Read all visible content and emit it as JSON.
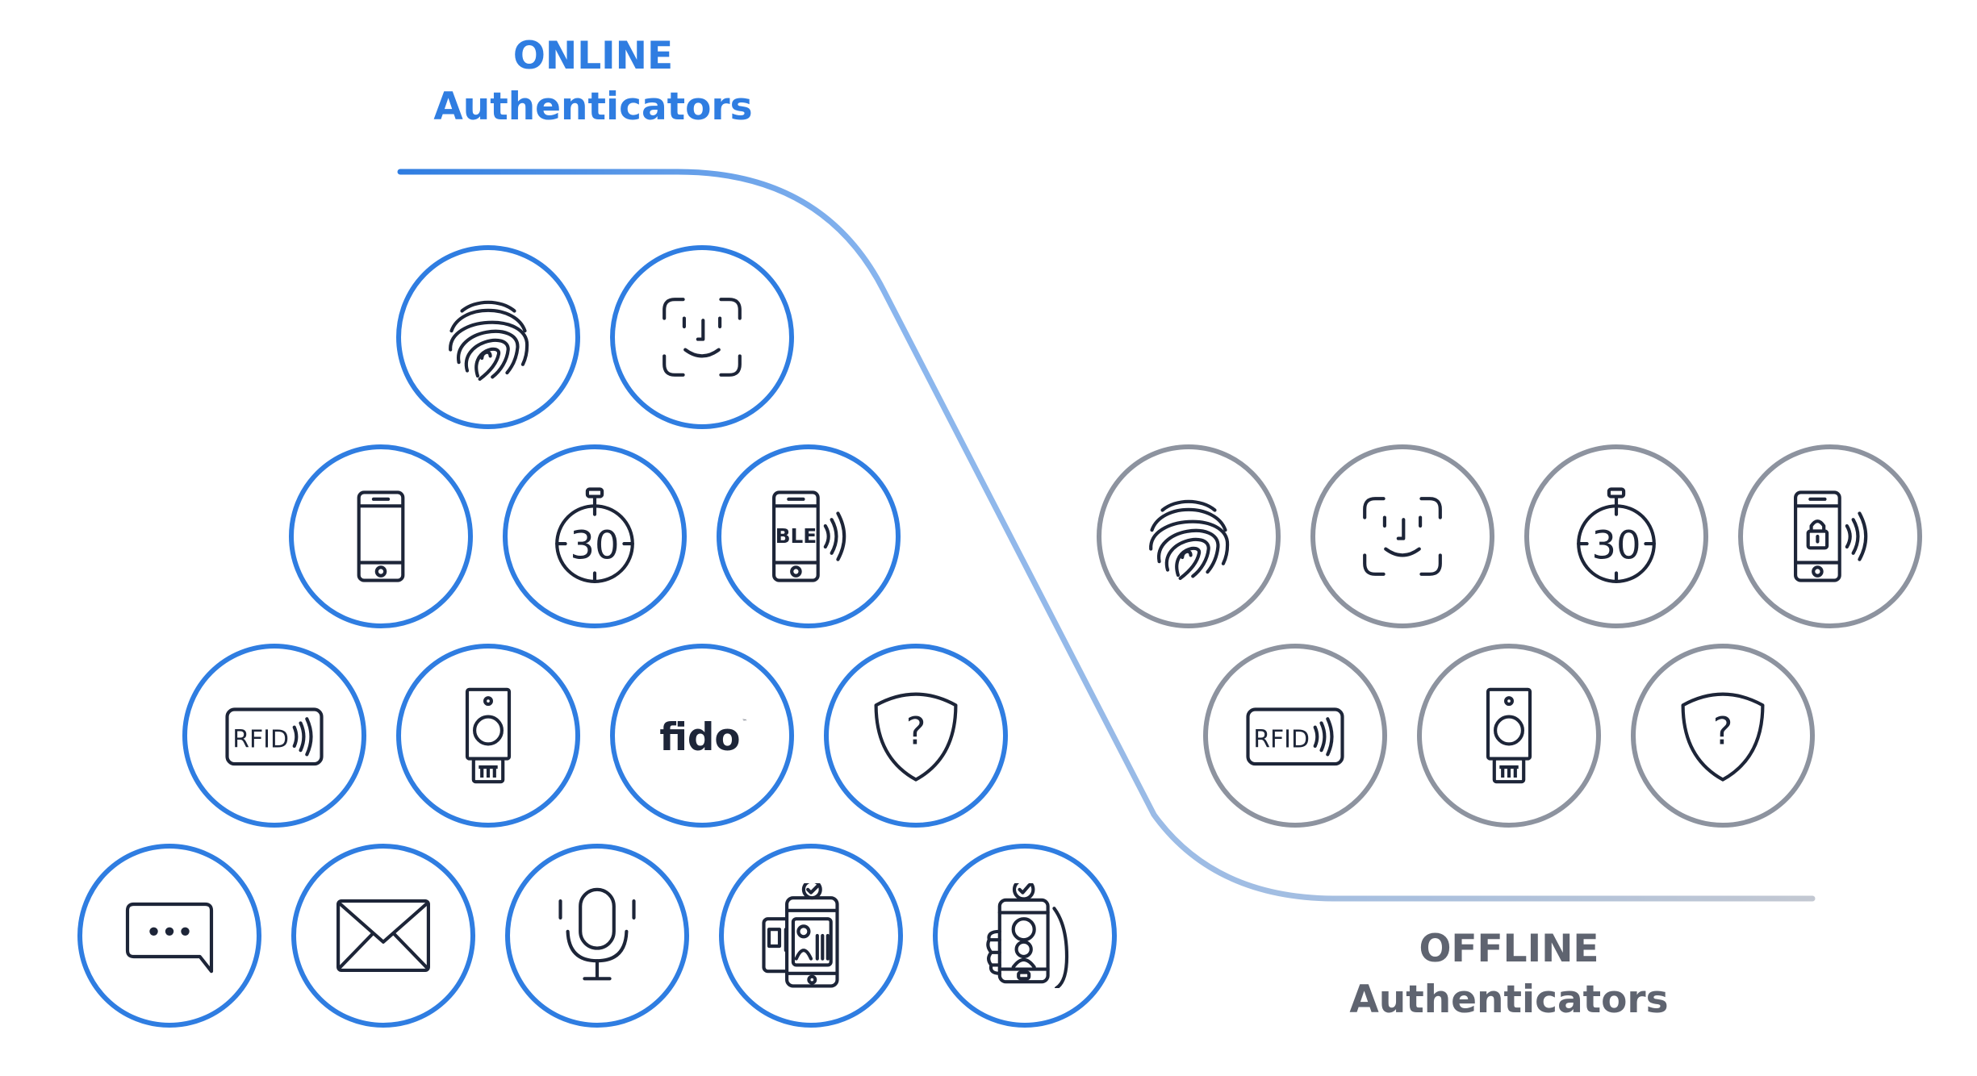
{
  "online": {
    "title": "ONLINE",
    "subtitle": "Authenticators",
    "color": "#2f7de1",
    "line_color": "#2f7de1",
    "icons": [
      "fingerprint-icon",
      "face-id-icon",
      "smartphone-icon",
      "timer-30-icon",
      "ble-phone-icon",
      "rfid-card-icon",
      "security-key-icon",
      "fido-logo",
      "shield-question-icon",
      "chat-bubble-icon",
      "envelope-icon",
      "microphone-icon",
      "id-document-phone-icon",
      "selfie-verification-icon"
    ]
  },
  "offline": {
    "title": "OFFLINE",
    "subtitle": "Authenticators",
    "color": "#5f6470",
    "circle_color": "#8d939f",
    "icons": [
      "fingerprint-icon",
      "face-id-icon",
      "timer-30-icon",
      "locked-phone-icon",
      "rfid-card-icon",
      "security-key-icon",
      "shield-question-icon"
    ]
  },
  "icon_text": {
    "timer": "30",
    "ble": "BLE",
    "rfid": "RFID",
    "fido": "fido",
    "question": "?"
  },
  "colors": {
    "icon_stroke": "#1d2538",
    "divider_start": "#2f7de1",
    "divider_end": "#c3c8d2"
  }
}
